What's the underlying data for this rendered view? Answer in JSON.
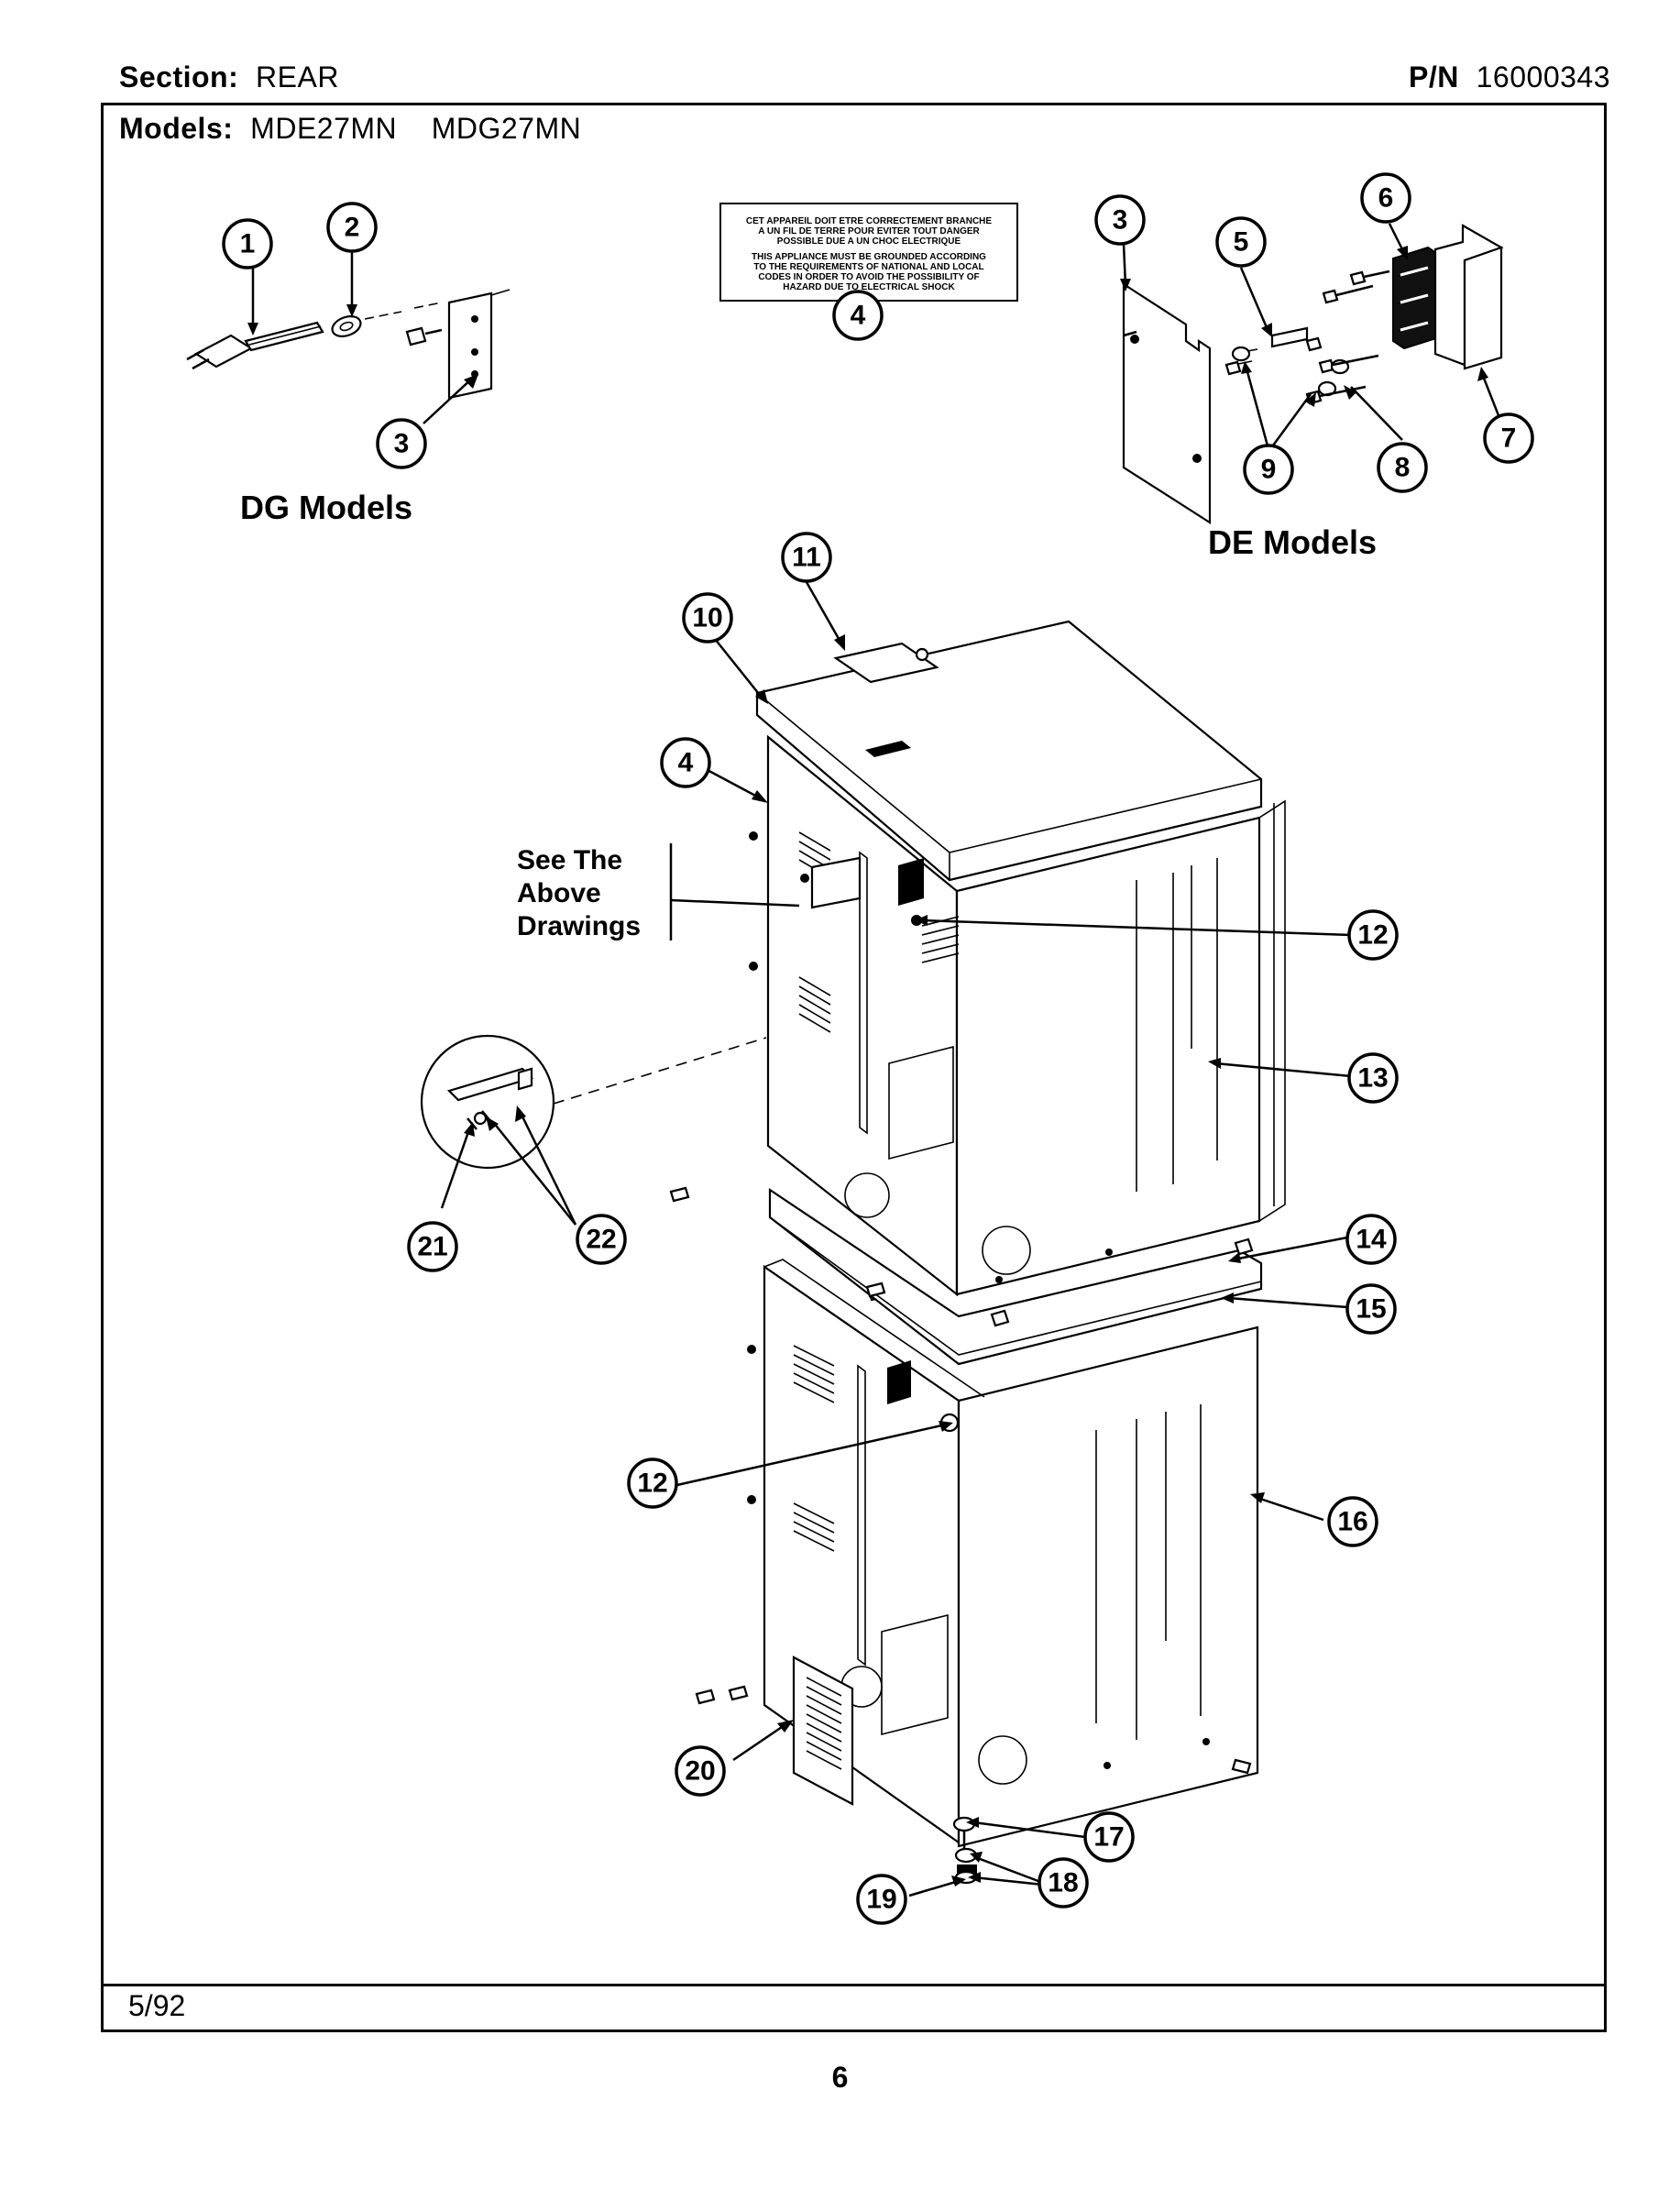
{
  "header": {
    "section_label": "Section:",
    "section_value": "REAR",
    "pn_label": "P/N",
    "pn_value": "16000343",
    "models_label": "Models:",
    "model_1": "MDE27MN",
    "model_2": "MDG27MN"
  },
  "warning_label": {
    "french": [
      "CET APPAREIL DOIT ETRE CORRECTEMENT BRANCHE",
      "A UN FIL DE TERRE POUR EVITER TOUT DANGER",
      "POSSIBLE DUE A UN CHOC ELECTRIQUE"
    ],
    "english": [
      "THIS APPLIANCE MUST BE GROUNDED ACCORDING",
      "TO THE REQUIREMENTS OF NATIONAL AND LOCAL",
      "CODES IN ORDER TO AVOID THE POSSIBILITY OF",
      "HAZARD DUE TO ELECTRICAL SHOCK"
    ]
  },
  "captions": {
    "dg_models": "DG Models",
    "de_models": "DE Models",
    "see_above_1": "See The",
    "see_above_2": "Above",
    "see_above_3": "Drawings"
  },
  "callouts": [
    "1",
    "2",
    "3",
    "4",
    "3",
    "5",
    "6",
    "9",
    "8",
    "7",
    "11",
    "10",
    "4",
    "12",
    "13",
    "21",
    "22",
    "14",
    "15",
    "12",
    "16",
    "20",
    "17",
    "18",
    "19"
  ],
  "footer": {
    "date": "5/92",
    "page": "6"
  }
}
